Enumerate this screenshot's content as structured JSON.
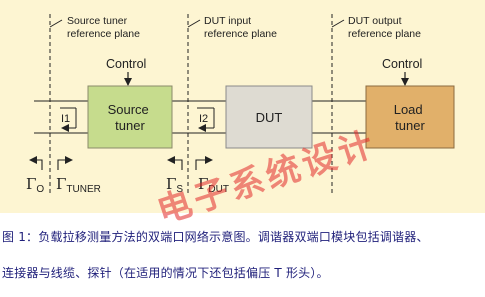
{
  "diagram": {
    "planes": [
      {
        "line1": "Source tuner",
        "line2": "reference plane"
      },
      {
        "line1": "DUT input",
        "line2": "reference plane"
      },
      {
        "line1": "DUT output",
        "line2": "reference plane"
      }
    ],
    "control_labels": [
      "Control",
      "Control"
    ],
    "blocks": {
      "source_line1": "Source",
      "source_line2": "tuner",
      "dut": "DUT",
      "load_line1": "Load",
      "load_line2": "tuner"
    },
    "ports": [
      "I1",
      "I2"
    ],
    "gammas": [
      {
        "symbol": "Γ",
        "sub": "O"
      },
      {
        "symbol": "Γ",
        "sub": "TUNER"
      },
      {
        "symbol": "Γ",
        "sub": "S"
      },
      {
        "symbol": "Γ",
        "sub": "DUT"
      }
    ],
    "colors": {
      "background": "#fdf5d2",
      "source_block": "#c6dc8d",
      "dut_block": "#dedbd2",
      "load_block": "#e1b06a"
    }
  },
  "watermark": "电子系统设计",
  "caption": {
    "line1": "图 1：负载拉移测量方法的双端口网络示意图。调谐器双端口模块包括调谐器、",
    "line2": "连接器与线缆、探针（在适用的情况下还包括偏压 T 形头）。"
  }
}
